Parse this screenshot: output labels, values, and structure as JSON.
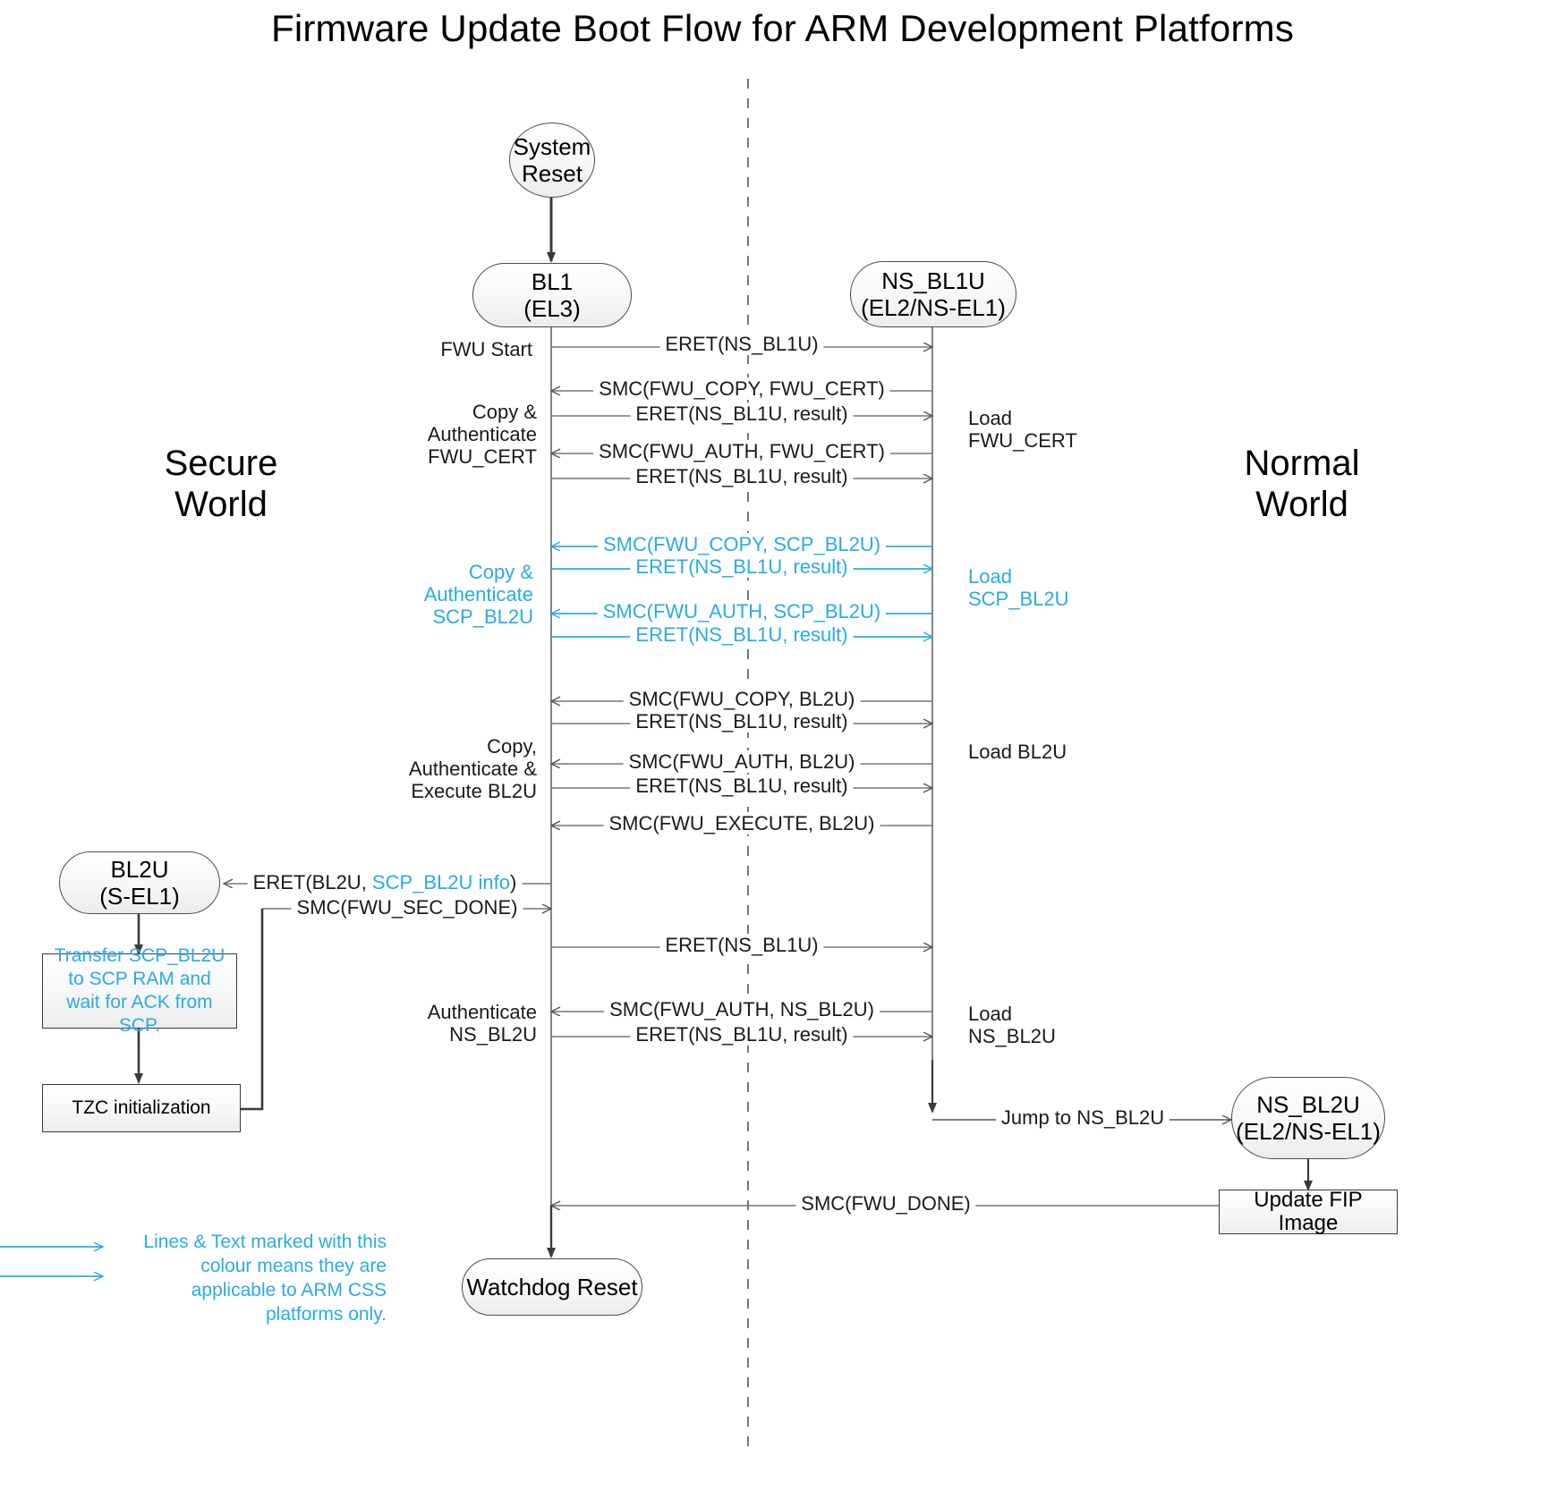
{
  "title": "Firmware Update Boot Flow for ARM Development Platforms",
  "colors": {
    "css_cyan": "#29ABE2",
    "line_black": "#3a3a3a",
    "node_border": "#4d4d4d",
    "node_fill": "#f2f2f2",
    "text": "#000000"
  },
  "worlds": {
    "secure": "Secure\nWorld",
    "normal": "Normal\nWorld"
  },
  "nodes": {
    "system_reset": {
      "line1": "System",
      "line2": "Reset",
      "shape": "ellipse"
    },
    "bl1": {
      "line1": "BL1",
      "line2": "(EL3)",
      "shape": "pill"
    },
    "ns_bl1u": {
      "line1": "NS_BL1U",
      "line2": "(EL2/NS-EL1)",
      "shape": "pill"
    },
    "bl2u": {
      "line1": "BL2U",
      "line2": "(S-EL1)",
      "shape": "pill"
    },
    "ns_bl2u": {
      "line1": "NS_BL2U",
      "line2": "(EL2/NS-EL1)",
      "shape": "pill"
    },
    "watchdog_reset": {
      "line1": "Watchdog Reset",
      "shape": "pill"
    },
    "transfer_scp": {
      "line1": "Transfer SCP_BL2U to SCP RAM and wait for ACK from SCP.",
      "shape": "rect",
      "css_only": true
    },
    "tzc_init": {
      "line1": "TZC initialization",
      "shape": "rect",
      "css_only": false
    },
    "update_fip": {
      "line1": "Update FIP Image",
      "shape": "rect",
      "css_only": false
    }
  },
  "messages": [
    {
      "id": "m1",
      "text": "ERET(NS_BL1U)",
      "dir": "right",
      "css_only": false
    },
    {
      "id": "m2",
      "text": "SMC(FWU_COPY, FWU_CERT)",
      "dir": "left",
      "css_only": false
    },
    {
      "id": "m3",
      "text": "ERET(NS_BL1U, result)",
      "dir": "right",
      "css_only": false
    },
    {
      "id": "m4",
      "text": "SMC(FWU_AUTH, FWU_CERT)",
      "dir": "left",
      "css_only": false
    },
    {
      "id": "m5",
      "text": "ERET(NS_BL1U, result)",
      "dir": "right",
      "css_only": false
    },
    {
      "id": "m6",
      "text": "SMC(FWU_COPY, SCP_BL2U)",
      "dir": "left",
      "css_only": true
    },
    {
      "id": "m7",
      "text": "ERET(NS_BL1U, result)",
      "dir": "right",
      "css_only": true
    },
    {
      "id": "m8",
      "text": "SMC(FWU_AUTH, SCP_BL2U)",
      "dir": "left",
      "css_only": true
    },
    {
      "id": "m9",
      "text": "ERET(NS_BL1U, result)",
      "dir": "right",
      "css_only": true
    },
    {
      "id": "m10",
      "text": "SMC(FWU_COPY, BL2U)",
      "dir": "left",
      "css_only": false
    },
    {
      "id": "m11",
      "text": "ERET(NS_BL1U, result)",
      "dir": "right",
      "css_only": false
    },
    {
      "id": "m12",
      "text": "SMC(FWU_AUTH, BL2U)",
      "dir": "left",
      "css_only": false
    },
    {
      "id": "m13",
      "text": "ERET(NS_BL1U, result)",
      "dir": "right",
      "css_only": false
    },
    {
      "id": "m14",
      "text": "SMC(FWU_EXECUTE, BL2U)",
      "dir": "left",
      "css_only": false
    },
    {
      "id": "m15",
      "text": "ERET(BL2U, SCP_BL2U info)",
      "dir": "left",
      "css_only": false,
      "mixed": {
        "black": "ERET(BL2U, ",
        "cyan": "SCP_BL2U info",
        "tail": ")"
      }
    },
    {
      "id": "m16",
      "text": "SMC(FWU_SEC_DONE)",
      "dir": "right",
      "css_only": false
    },
    {
      "id": "m17",
      "text": "ERET(NS_BL1U)",
      "dir": "right",
      "css_only": false
    },
    {
      "id": "m18",
      "text": "SMC(FWU_AUTH, NS_BL2U)",
      "dir": "left",
      "css_only": false
    },
    {
      "id": "m19",
      "text": "ERET(NS_BL1U, result)",
      "dir": "right",
      "css_only": false
    },
    {
      "id": "m20",
      "text": "Jump to NS_BL2U",
      "dir": "right",
      "css_only": false
    },
    {
      "id": "m21",
      "text": "SMC(FWU_DONE)",
      "dir": "left",
      "css_only": false
    }
  ],
  "side_notes": {
    "fwu_start": "FWU Start",
    "copy_auth_cert": "Copy &\nAuthenticate\nFWU_CERT",
    "load_fwu_cert": "Load\nFWU_CERT",
    "copy_auth_scp": "Copy &\nAuthenticate\nSCP_BL2U",
    "load_scp_bl2u": "Load\nSCP_BL2U",
    "copy_auth_exec_bl2u": "Copy,\nAuthenticate &\nExecute BL2U",
    "load_bl2u": "Load BL2U",
    "auth_ns_bl2u": "Authenticate\nNS_BL2U",
    "load_ns_bl2u": "Load\nNS_BL2U"
  },
  "legend": {
    "text": "Lines & Text marked with this colour means they are applicable to ARM CSS platforms only."
  }
}
